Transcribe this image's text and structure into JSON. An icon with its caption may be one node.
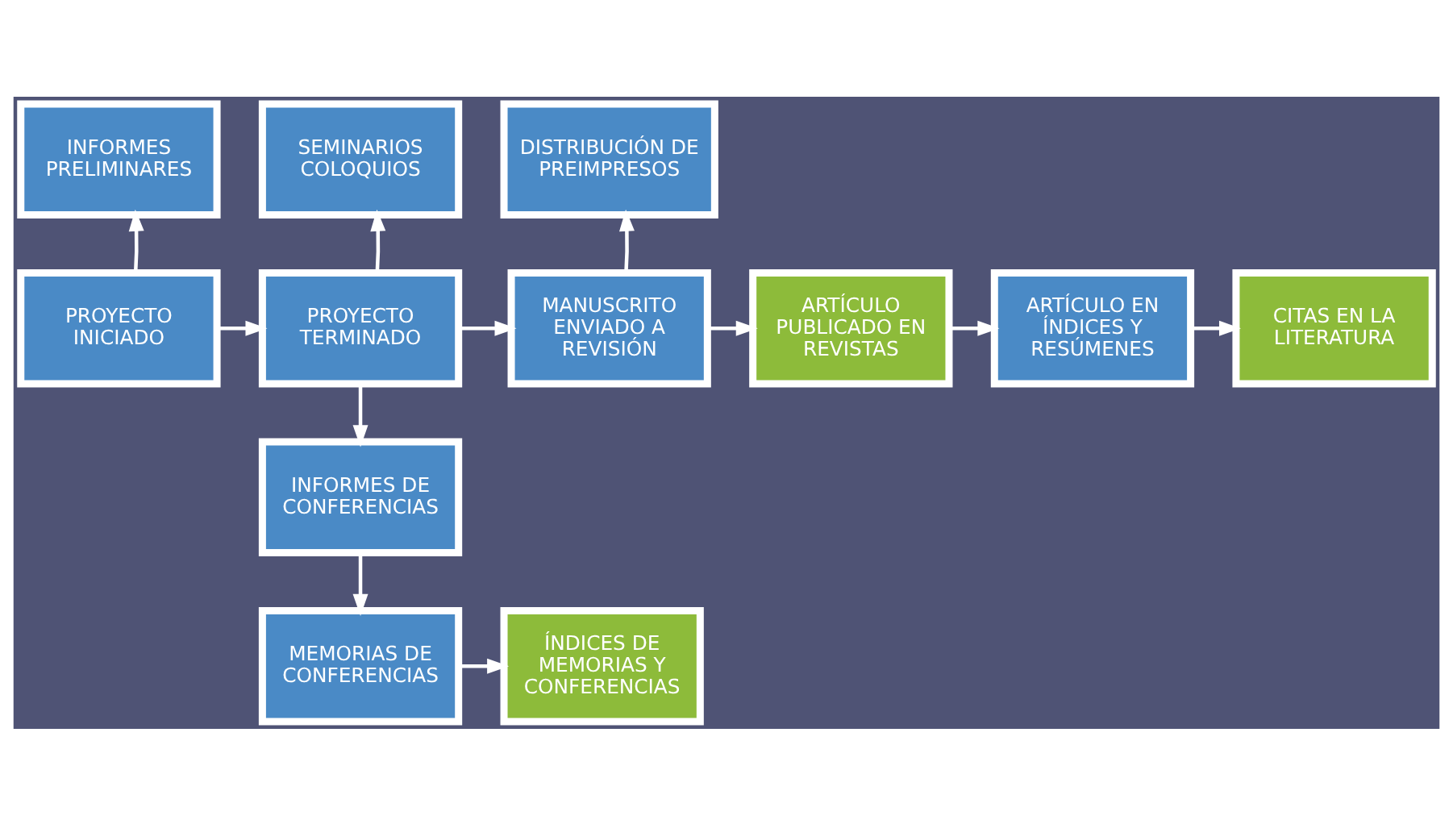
{
  "diagram": {
    "nodes": [
      {
        "text": [
          "INFORMES PRELIMINARES"
        ]
      },
      {
        "text": [
          "SEMINARIOS COLOQUIOS"
        ]
      },
      {
        "text": [
          "DISTRIBUCIÓN DE PREIMPRESOS"
        ]
      },
      {
        "text": [
          "PROYECTO INICIADO"
        ]
      },
      {
        "text": [
          "PROYECTO TERMINADO"
        ]
      },
      {
        "text": [
          "MANUSCRITO ENVIADO A REVISIÓN"
        ]
      },
      {
        "text": [
          "ARTÍCULO PUBLICADO EN REVISTAS"
        ]
      },
      {
        "text": [
          "ARTÍCULO EN ÍNDICES Y RESÚMENES"
        ]
      },
      {
        "text": [
          "CITAS EN LA LITERATURA"
        ]
      },
      {
        "text": [
          "INFORMES DE CONFERENCIAS"
        ]
      },
      {
        "text": [
          "MEMORIAS DE CONFERENCIAS"
        ]
      },
      {
        "text": [
          "ÍNDICES DE MEMORIAS Y CONFERENCIAS"
        ]
      }
    ],
    "edges": [
      {
        "from": 3,
        "to": 4,
        "arrow": "to"
      },
      {
        "from": 4,
        "to": 5,
        "arrow": "to"
      },
      {
        "from": 5,
        "to": 6,
        "arrow": "to"
      },
      {
        "from": 6,
        "to": 7,
        "arrow": "to"
      },
      {
        "from": 7,
        "to": 8,
        "arrow": "to"
      },
      {
        "from": 3,
        "to": 0,
        "arrow": "to"
      },
      {
        "from": 4,
        "to": 1,
        "arrow": "to"
      },
      {
        "from": 5,
        "to": 2,
        "arrow": "to"
      },
      {
        "from": 4,
        "to": 9,
        "arrow": "to"
      },
      {
        "from": 9,
        "to": 10,
        "arrow": "to"
      },
      {
        "from": 10,
        "to": 11,
        "arrow": "to"
      }
    ]
  }
}
